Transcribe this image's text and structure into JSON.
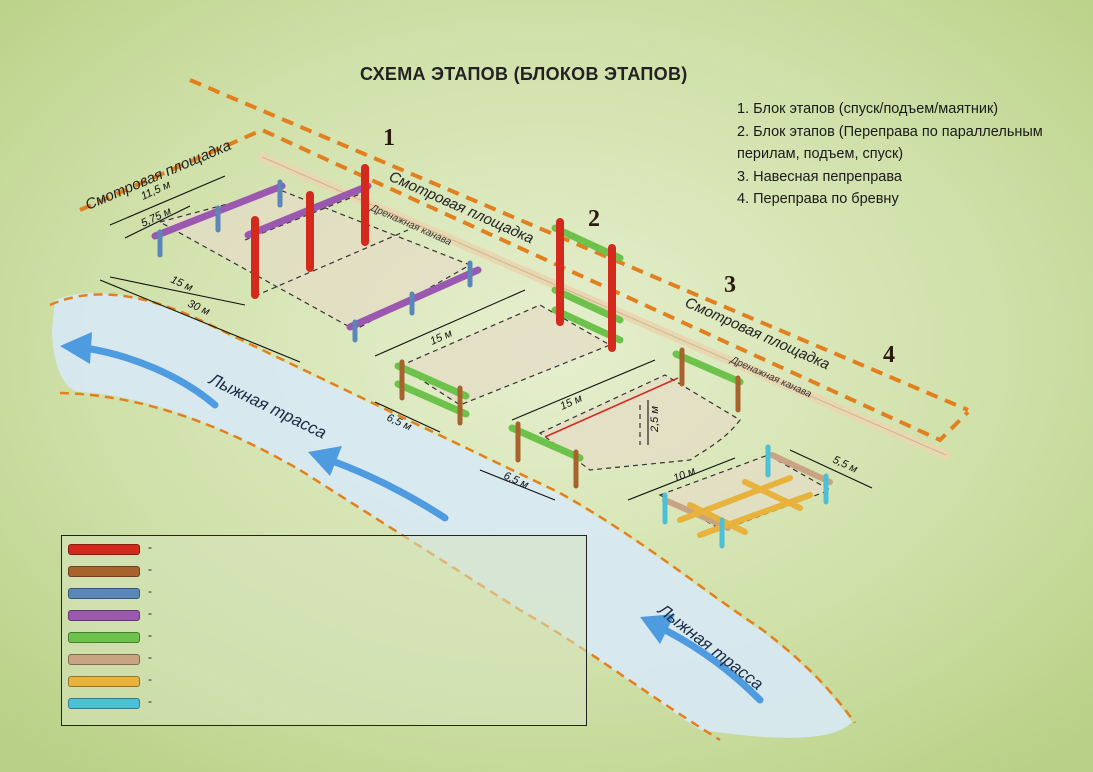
{
  "title": "СХЕМА ЭТАПОВ (БЛОКОВ ЭТАПОВ)",
  "legend": [
    "1. Блок этапов (спуск/подъем/маятник)",
    "2. Блок этапов (Переправа по параллельным перилам, подъем, спуск)",
    "3. Навесная пепреправа",
    "4. Переправа по бревну"
  ],
  "block_numbers": [
    "1",
    "2",
    "3",
    "4"
  ],
  "labels": {
    "viewing_area": "Смотровая площадка",
    "drainage_ditch": "Дренажная канава",
    "ski_track": "Лыжная трасса"
  },
  "dimensions": {
    "b1_top": "11,5 м",
    "b1_inner": "5,75 м",
    "b1_mid": "15 м",
    "b1_outer": "30 м",
    "b2_len": "15 м",
    "b2_width": "6,5 м",
    "b3_len": "15 м",
    "b3_width": "6,5 м",
    "b3_height": "2,5 м",
    "b4_len": "10 м",
    "b4_width": "5,5 м"
  },
  "key": {
    "dash": "-",
    "colors": [
      "#d42a1e",
      "#a8622c",
      "#5b86b8",
      "#9a58b0",
      "#6cc24a",
      "#c9a482",
      "#e7b33c",
      "#4cc0d6"
    ]
  },
  "colors": {
    "red_post": "#d42a1e",
    "purple_rail": "#9a58b0",
    "green_rail": "#6cc24a",
    "brown_post": "#a8622c",
    "blue_post": "#5b86b8",
    "cyan_post": "#4cc0d6",
    "log_tan": "#c9a482",
    "log_yellow": "#e7b33c",
    "orange_boundary": "#e2801f",
    "ski_arrow": "#4f9be0"
  }
}
